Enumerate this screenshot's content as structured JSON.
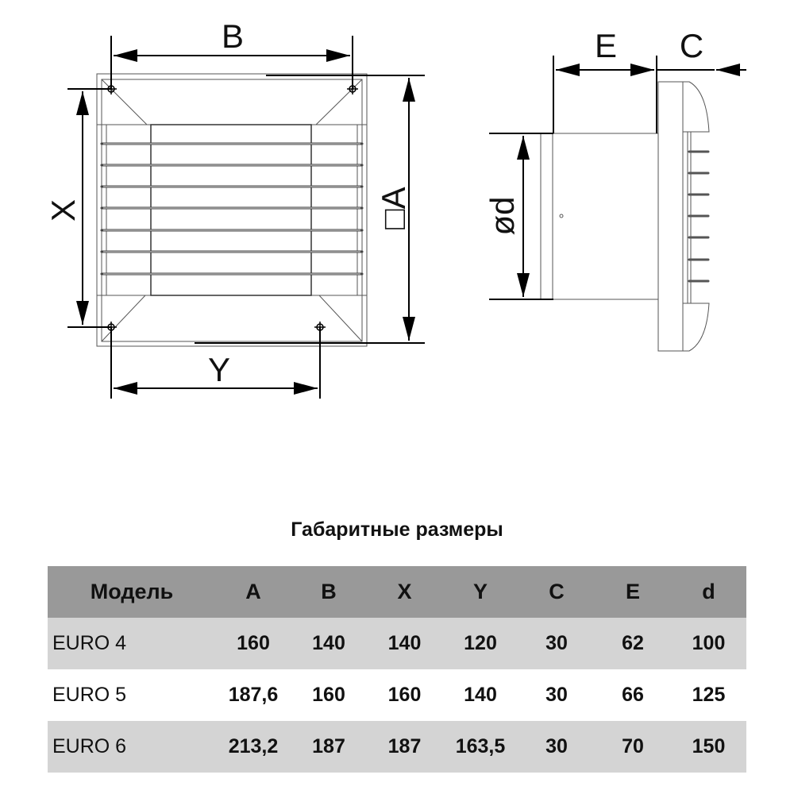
{
  "drawing": {
    "labels": {
      "B": "B",
      "X": "X",
      "Y": "Y",
      "A": "□A",
      "E": "E",
      "C": "C",
      "d": "ød"
    }
  },
  "title": "Габаритные размеры",
  "table": {
    "headers": [
      "Модель",
      "A",
      "B",
      "X",
      "Y",
      "C",
      "E",
      "d"
    ],
    "rows": [
      [
        "EURO 4",
        "160",
        "140",
        "140",
        "120",
        "30",
        "62",
        "100"
      ],
      [
        "EURO 5",
        "187,6",
        "160",
        "160",
        "140",
        "30",
        "66",
        "125"
      ],
      [
        "EURO 6",
        "213,2",
        "187",
        "187",
        "163,5",
        "30",
        "70",
        "150"
      ]
    ]
  },
  "colors": {
    "header_bg": "#999999",
    "row_alt_bg": "#d4d4d4"
  }
}
